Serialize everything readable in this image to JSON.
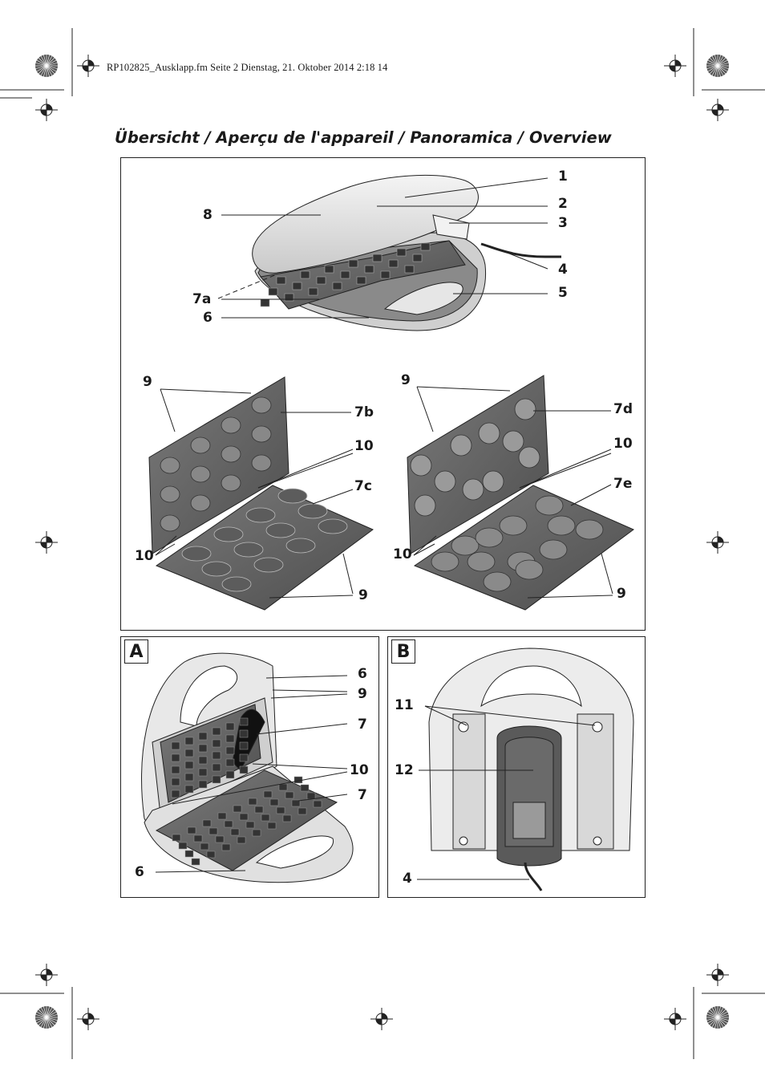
{
  "header_line": "RP102825_Ausklapp.fm  Seite 2  Dienstag, 21. Oktober 2014  2:18 14",
  "title": "Übersicht / Aperçu de l'appareil / Panoramica / Overview",
  "overview_labels": {
    "l1": "1",
    "l2": "2",
    "l3": "3",
    "l4": "4",
    "l5": "5",
    "l8": "8",
    "l7a": "7a",
    "l6": "6",
    "l9_left_top": "9",
    "l7b": "7b",
    "l10_left_top": "10",
    "l7c": "7c",
    "l10_left_bottom": "10",
    "l9_left_bottom": "9",
    "l9_right_top": "9",
    "l7d": "7d",
    "l10_right_top": "10",
    "l7e": "7e",
    "l10_right_bottom": "10",
    "l9_right_bottom": "9"
  },
  "panel_a": {
    "letter": "A",
    "labels": {
      "l6_top": "6",
      "l9": "9",
      "l7_top": "7",
      "l10": "10",
      "l7_bottom": "7",
      "l6_bottom": "6"
    }
  },
  "panel_b": {
    "letter": "B",
    "labels": {
      "l11": "11",
      "l12": "12",
      "l4": "4"
    }
  },
  "colors": {
    "line": "#222222",
    "device_light": "#ececec",
    "device_mid": "#bdbdbd",
    "plate_dark": "#6e6e6e",
    "plate_darker": "#4a4a4a"
  }
}
